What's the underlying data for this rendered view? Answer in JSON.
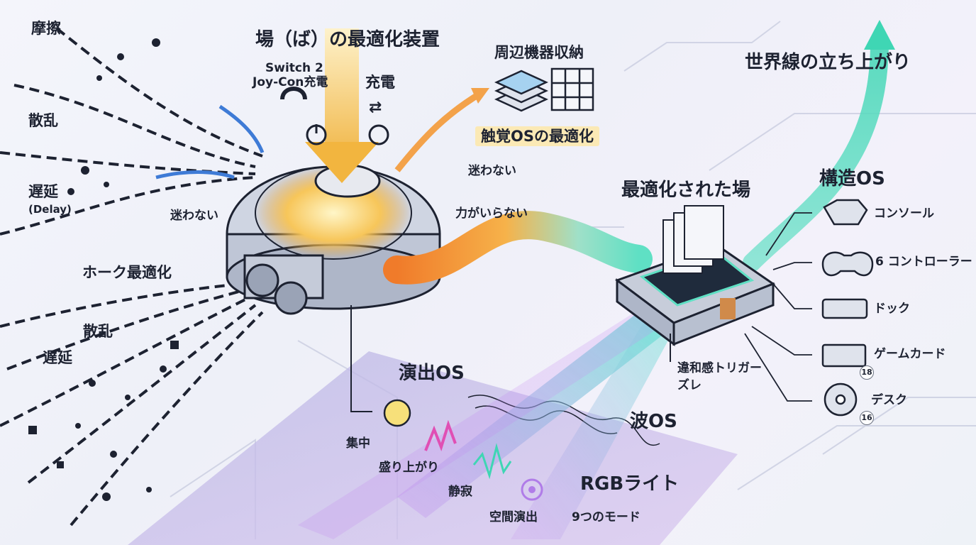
{
  "title": "場（ば）の最適化装置",
  "left_inputs": {
    "top": [
      "摩擦",
      "散乱",
      "遅延"
    ],
    "delay_en": "(Delay)",
    "bottom": [
      "散乱",
      "遅延"
    ],
    "hoak": "ホーク最適化"
  },
  "switch": {
    "line1": "Switch 2",
    "line2": "Joy-Con充電",
    "charge": "充電"
  },
  "peripherals": "周辺機器収納",
  "haptic": "触覚OSの最適化",
  "no_hesitation_right": "迷わない",
  "no_hesitation_left": "迷わない",
  "no_force": "力がいらない",
  "optimized_field": "最適化された場",
  "world_line": "世界線の立ち上がり",
  "structure_os": {
    "title": "構造OS",
    "items": [
      {
        "label": "コンソール",
        "icon": "console-icon"
      },
      {
        "label": "6 コントローラー",
        "icon": "gamepad-icon"
      },
      {
        "label": "ドック",
        "icon": "dock-icon"
      },
      {
        "label": "ゲームカード",
        "icon": "game-card-icon",
        "badge": "18"
      },
      {
        "label": "デスク",
        "icon": "disc-icon",
        "badge": "16"
      }
    ]
  },
  "trigger": {
    "line1": "違和感トリガー",
    "line2": "ズレ"
  },
  "performance_os": {
    "title": "演出OS",
    "focus": "集中",
    "excite": "盛り上がり",
    "silence": "静寂",
    "spatial": "空間演出"
  },
  "wave_os": "波OS",
  "rgb": {
    "title": "RGBライト",
    "modes": "9つのモード"
  },
  "colors": {
    "orange": "#f39a3c",
    "teal": "#3fd6b4",
    "purple": "#b07ce8",
    "blue": "#3e7bd6",
    "ink": "#1d2231"
  }
}
